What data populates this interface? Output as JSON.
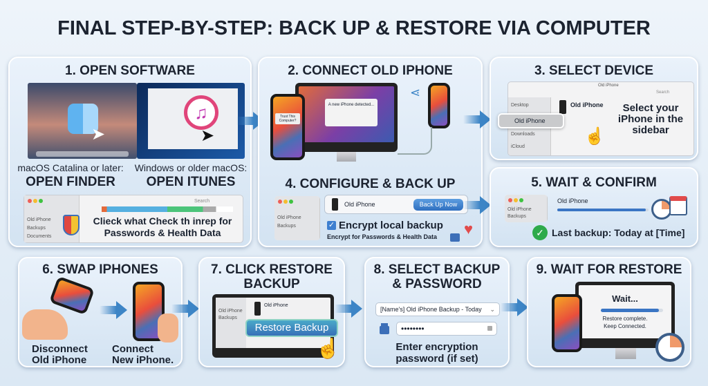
{
  "title": "FINAL STEP-BY-STEP: BACK UP & RESTORE VIA COMPUTER",
  "colors": {
    "accent": "#3d85c6",
    "button": "#2f6fc0",
    "success": "#2eaa4a",
    "heart": "#e14b4b"
  },
  "step1": {
    "heading": "1. OPEN SOFTWARE",
    "mac_label": "macOS Catalina or later:",
    "mac_action": "OPEN FINDER",
    "win_label": "Windows or older macOS:",
    "win_action": "OPEN ITUNES",
    "sidebar": [
      "Old iPhone",
      "Backups",
      "Documents"
    ],
    "search": "Search",
    "note_line1": "Clieck what Check th inrep for",
    "note_line2": "Passwords & Health Data",
    "icons": [
      "finder-icon",
      "itunes-icon",
      "shield-icon",
      "cursor-icon"
    ]
  },
  "step2": {
    "heading": "2. CONNECT OLD IPHONE",
    "dialog": "A new iPhone detected...",
    "phone_prompt": "Trust This Computer?"
  },
  "step3": {
    "heading": "3. SELECT DEVICE",
    "window_title": "Old iPhone",
    "sidebar": [
      "Desktop",
      "Old iPhone",
      "Downloads",
      "iCloud"
    ],
    "device": "Old iPhone",
    "search": "Search",
    "instruction": "Select your iPhone in the sidebar"
  },
  "step4": {
    "heading": "4. CONFIGURE & BACK UP",
    "sidebar": [
      "Old iPhone",
      "Backups"
    ],
    "device": "Old iPhone",
    "button": "Back Up Now",
    "checkbox_label": "Encrypt local backup",
    "checkbox_checked": true,
    "note": "Encrypt for Passwords & Health Data"
  },
  "step5": {
    "heading": "5. WAIT & CONFIRM",
    "sidebar": [
      "Old iPhone",
      "Backups"
    ],
    "device": "Old iPhone",
    "progress": 0.97,
    "status": "Last backup: Today at [Time]"
  },
  "step6": {
    "heading": "6. SWAP IPHONES",
    "left_line1": "Disconnect",
    "left_line2": "Old iPhone",
    "right_line1": "Connect",
    "right_line2": "New iPhone."
  },
  "step7": {
    "heading_line1": "7. CLICK RESTORE",
    "heading_line2": "BACKUP",
    "device": "Old iPhone",
    "sidebar": [
      "Old iPhone",
      "Backups"
    ],
    "button": "Restore Backup"
  },
  "step8": {
    "heading_line1": "8. SELECT BACKUP",
    "heading_line2": "& PASSWORD",
    "backup_select": "[Name's] Old iPhone Backup - Today",
    "password": "••••••••",
    "instruction_line1": "Enter encryption",
    "instruction_line2": "password (if set)"
  },
  "step9": {
    "heading": "9. WAIT FOR RESTORE",
    "wait": "Wait...",
    "progress": 0.93,
    "status_line1": "Restore complete.",
    "status_line2": "Keep Connected."
  }
}
